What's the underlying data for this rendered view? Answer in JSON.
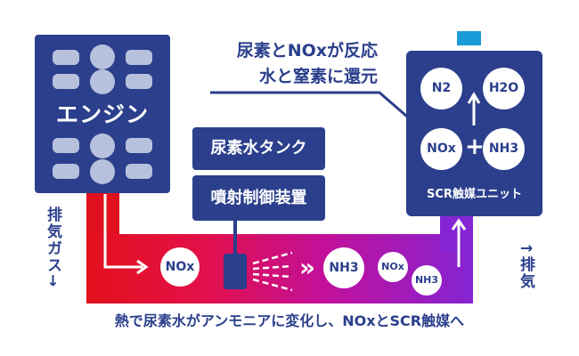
{
  "engine": {
    "label": "エンジン"
  },
  "tank": {
    "label": "尿素水タンク"
  },
  "controller": {
    "label": "噴射制御装置"
  },
  "scr_unit": {
    "label": "SCR触媒ユニット",
    "top_left": "N2",
    "top_right": "H2O",
    "bottom_left": "NOx",
    "bottom_right": "NH3",
    "plus": "+"
  },
  "reaction": {
    "line1": "尿素とNOxが反応",
    "line2": "水と窒素に還元"
  },
  "pipe": {
    "nox": "NOx",
    "chevrons": "»",
    "nh3_big": "NH3",
    "nox_small": "NOx",
    "nh3_small": "NH3"
  },
  "left_label": "排気ガス→",
  "right_label": "↑排気",
  "caption": "熱で尿素水がアンモニアに変化し、NOxとSCR触媒へ",
  "colors": {
    "navy": "#2b3f8c",
    "red": "#e3101c",
    "magenta": "#c2109b",
    "purple": "#8424d2",
    "cap": "#1a9cd8"
  }
}
